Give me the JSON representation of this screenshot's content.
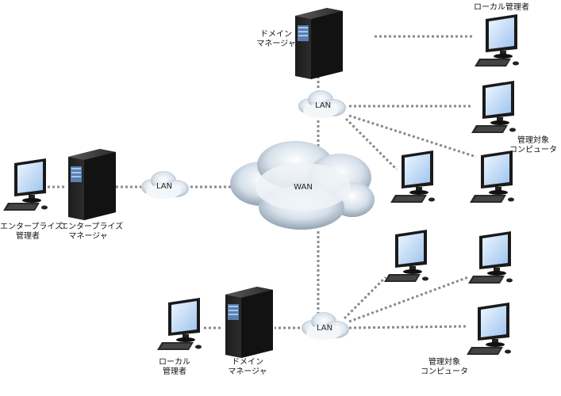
{
  "clouds": {
    "wan": "WAN",
    "lan_top": "LAN",
    "lan_left": "LAN",
    "lan_bottom": "LAN"
  },
  "labels": {
    "domain_manager_top": [
      "ドメイン",
      "マネージャ"
    ],
    "local_admin_top": "ローカル管理者",
    "managed_computers_top": [
      "管理対象",
      "コンピュータ"
    ],
    "enterprise_admin": [
      "エンタープライズ",
      "管理者"
    ],
    "enterprise_manager": [
      "エンタープライズ",
      "マネージャ"
    ],
    "local_admin_bottom": [
      "ローカル",
      "管理者"
    ],
    "domain_manager_bottom": [
      "ドメイン",
      "マネージャ"
    ],
    "managed_computers_bottom": [
      "管理対象",
      "コンピュータ"
    ]
  }
}
